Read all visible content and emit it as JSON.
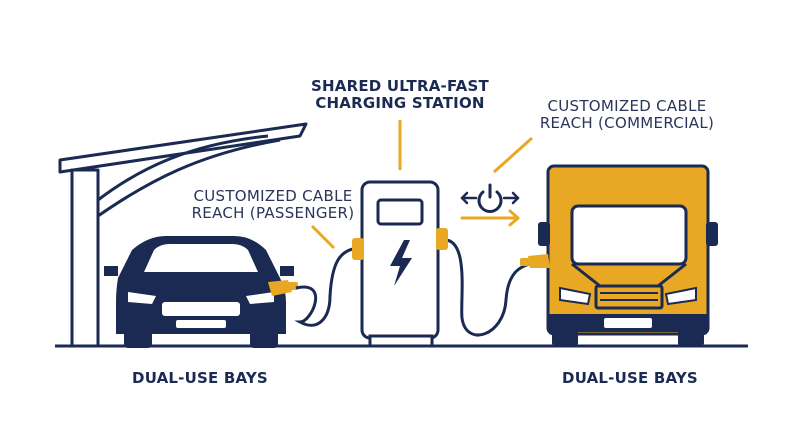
{
  "labels": {
    "station_line1": "SHARED ULTRA-FAST",
    "station_line2": "CHARGING STATION",
    "cable_passenger_line1": "CUSTOMIZED CABLE",
    "cable_passenger_line2": "REACH (PASSENGER)",
    "cable_commercial_line1": "CUSTOMIZED CABLE",
    "cable_commercial_line2": "REACH (COMMERCIAL)",
    "bay_left": "DUAL-USE BAYS",
    "bay_right": "DUAL-USE BAYS"
  },
  "colors": {
    "navy": "#1b2a52",
    "accent": "#e9a823",
    "background": "#ffffff"
  },
  "icons": [
    "canopy-icon",
    "car-icon",
    "charging-station-icon",
    "lightning-bolt-icon",
    "power-icon",
    "truck-icon"
  ]
}
